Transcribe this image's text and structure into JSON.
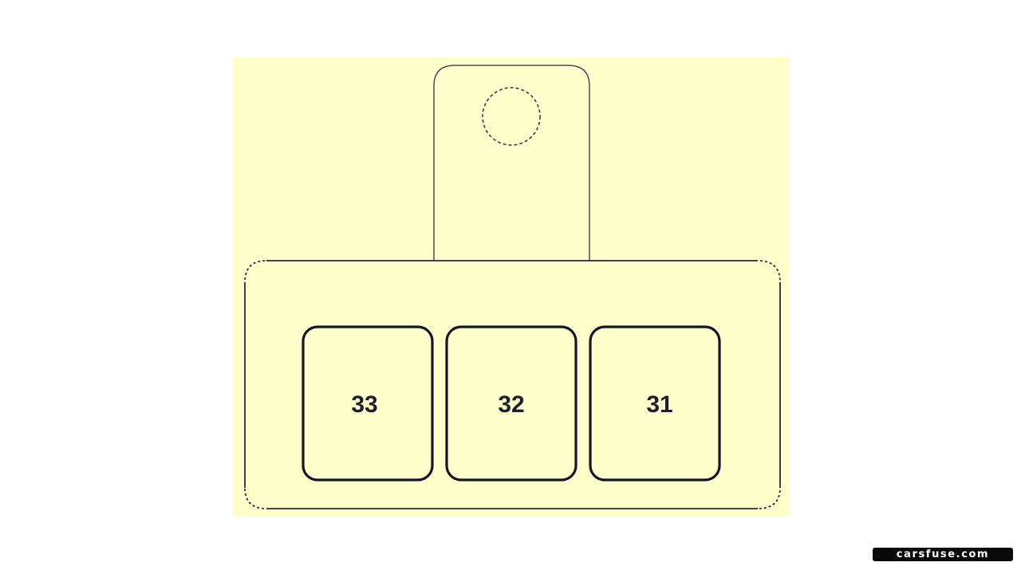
{
  "colors": {
    "panel_background": "#ffffcc",
    "outline": "#1a1a2a",
    "dashed_outline": "#6b6b7a",
    "label_text": "#1e1e2e",
    "watermark_background": "#0a0a0a",
    "watermark_text": "#ffffff"
  },
  "fuse_box": {
    "relays": [
      {
        "label": "33"
      },
      {
        "label": "32"
      },
      {
        "label": "31"
      }
    ]
  },
  "watermark": {
    "text": "carsfuse.com"
  }
}
